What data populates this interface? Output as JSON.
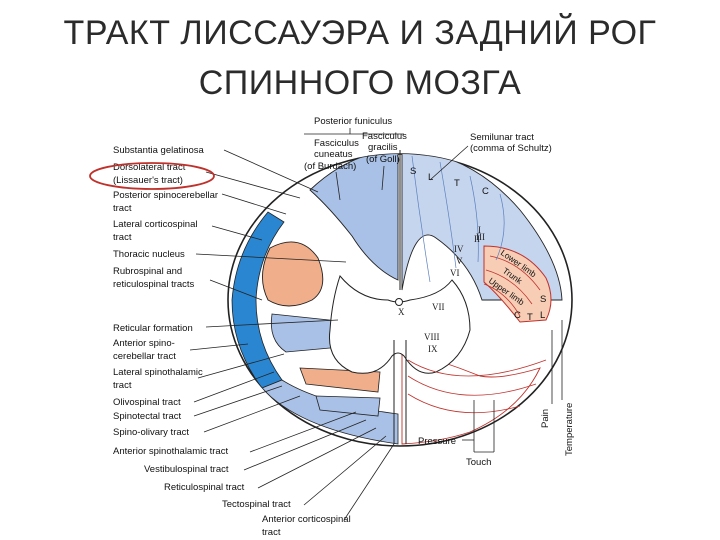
{
  "title": {
    "line1": "ТРАКТ ЛИССАУЭРА И ЗАДНИЙ РОГ",
    "line2": "СПИННОГО МОЗГА"
  },
  "colors": {
    "blue_dark": "#2a86d0",
    "blue_light": "#a9c1e6",
    "orange": "#f0ae8a",
    "red_line": "#c0312b",
    "highlight_ring": "#c0312b"
  },
  "top_labels": {
    "posterior_funiculus": "Posterior funiculus",
    "fasciculus_cuneatus_1": "Fasciculus",
    "fasciculus_cuneatus_2": "cuneatus",
    "fasciculus_cuneatus_3": "(of Burdach)",
    "fasciculus_gracilis_1": "Fasciculus",
    "fasciculus_gracilis_2": "gracilis",
    "fasciculus_gracilis_3": "(of Goll)",
    "semilunar_1": "Semilunar tract",
    "semilunar_2": "(comma of Schultz)"
  },
  "left_labels": [
    "Substantia gelatinosa",
    "Dorsolateral tract",
    "(Lissauer's tract)",
    "Posterior spinocerebellar",
    "tract",
    "Lateral corticospinal",
    "tract",
    "Thoracic nucleus",
    "Rubrospinal and",
    "reticulospinal tracts",
    "Reticular formation",
    "Anterior spino-",
    "cerebellar tract",
    "Lateral spinothalamic",
    "tract",
    "Olivospinal tract",
    "Spinotectal tract",
    "Spino-olivary tract",
    "Anterior spinothalamic tract",
    "Vestibulospinal tract",
    "Reticulospinal tract",
    "Tectospinal tract",
    "Anterior corticospinal",
    "tract"
  ],
  "right_labels": {
    "pressure": "Pressure",
    "touch": "Touch",
    "pain": "Pain",
    "temperature": "Temperature"
  },
  "laminae": [
    "I",
    "II",
    "III",
    "IV",
    "V",
    "VI",
    "VII",
    "VIII",
    "IX",
    "X"
  ],
  "somatotopy": {
    "s": "S",
    "l": "L",
    "t": "T",
    "c": "C",
    "lower_limb": "Lower limb",
    "trunk": "Trunk",
    "upper_limb": "Upper limb"
  }
}
